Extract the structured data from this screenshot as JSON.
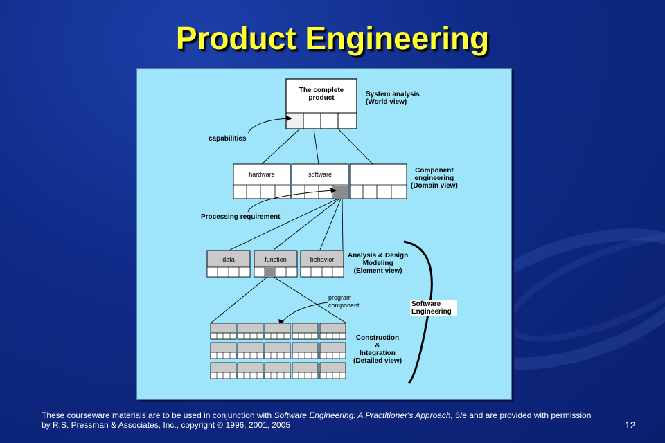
{
  "slide": {
    "title": "Product Engineering",
    "page_number": "12"
  },
  "footer": {
    "text_before": "These courseware materials are to be used in conjunction with ",
    "book_title": "Software Engineering: A Practitioner's Approach,",
    "text_after": " 6/e and are provided with permission by R.S. Pressman & Associates, Inc., copyright © 1996, 2001, 2005"
  },
  "diagram": {
    "top_box_label": "The complete\nproduct",
    "system_analysis_label": "System analysis\n(World view)",
    "capabilities_label": "capabilities",
    "component_boxes": [
      "hardware",
      "software",
      ""
    ],
    "component_label": "Component\nengineering\n(Domain view)",
    "processing_requirement_label": "Processing requirement",
    "element_boxes": [
      "data",
      "function",
      "behavior"
    ],
    "analysis_label": "Analysis & Design\nModeling\n(Element view)",
    "program_component_label": "program\ncomponent",
    "software_engineering_label": "Software\nEngineering",
    "construction_label": "Construction\n&\nIntegration\n(Detailed view)"
  }
}
